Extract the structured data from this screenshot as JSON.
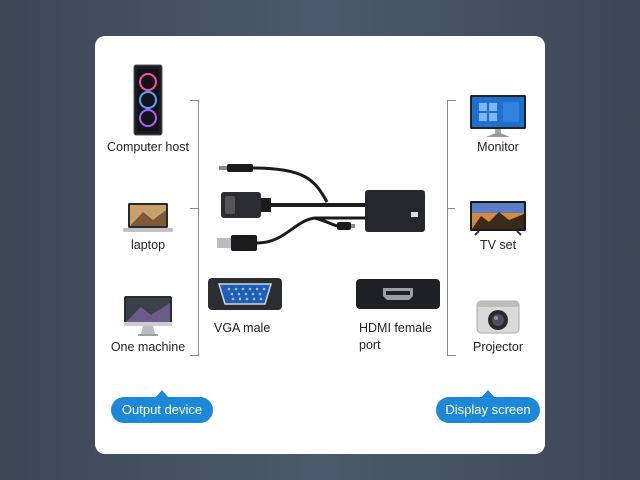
{
  "left_devices": {
    "computer_host": "Computer host",
    "laptop": "laptop",
    "one_machine": "One machine"
  },
  "right_devices": {
    "monitor": "Monitor",
    "tv_set": "TV set",
    "projector": "Projector"
  },
  "connectors": {
    "vga_male": "VGA male",
    "hdmi_female_line1": "HDMI female",
    "hdmi_female_line2": "port"
  },
  "buttons": {
    "output_device": "Output device",
    "display_screen": "Display screen"
  },
  "colors": {
    "accent": "#1e88d8",
    "background": "#44526a",
    "card": "#ffffff"
  },
  "icons": [
    "pc-tower-icon",
    "laptop-icon",
    "imac-icon",
    "monitor-icon",
    "tv-icon",
    "projector-icon",
    "vga-port-icon",
    "hdmi-port-icon",
    "adapter-cable-icon"
  ]
}
